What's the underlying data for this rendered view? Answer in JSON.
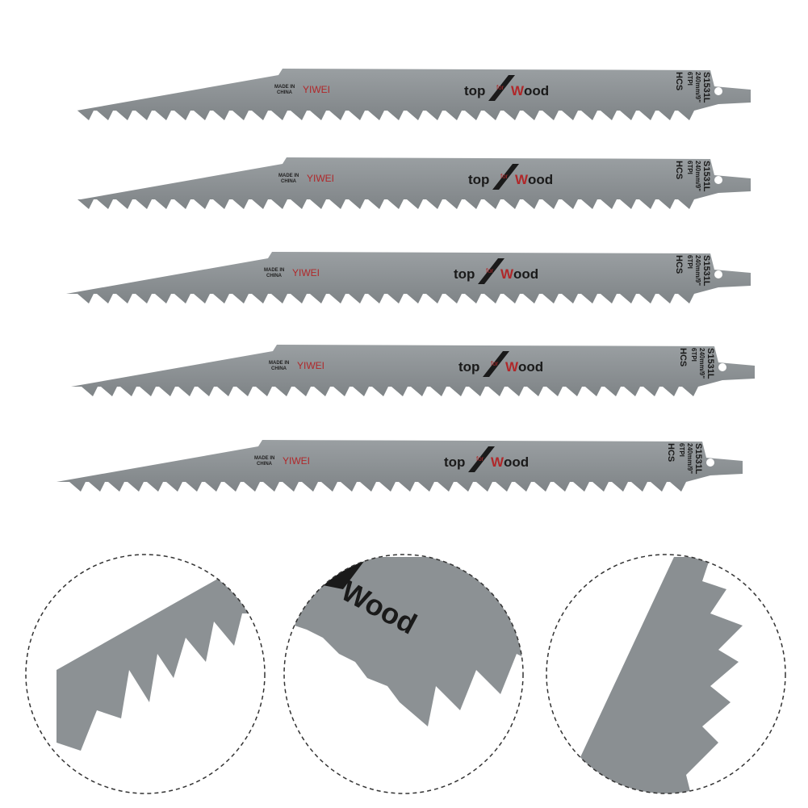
{
  "blade_label": {
    "made_in": "MADE IN",
    "country": "CHINA",
    "brand": "YIWEI",
    "slogan_top": "top",
    "slogan_for": "for",
    "slogan_w": "W",
    "slogan_ood": "ood",
    "model": "S1531L",
    "length": "240mm/9\"",
    "tpi": "6TPI",
    "material": "HCS"
  },
  "detail_wood_text": "Wood",
  "colors": {
    "blade": "#8e9396",
    "blade_dark": "#6f7477",
    "brand_red": "#b0282a",
    "text_dark": "#1a1a1a"
  }
}
